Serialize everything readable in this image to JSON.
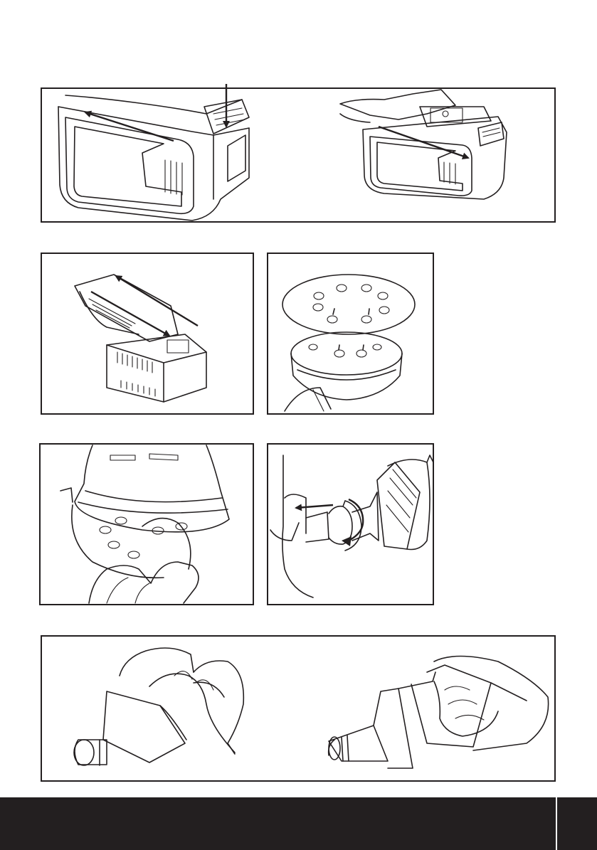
{
  "figures": [
    {
      "id": "fig-1",
      "subject": "battery-removal"
    },
    {
      "id": "fig-2",
      "subject": "battery-charging"
    },
    {
      "id": "fig-3",
      "subject": "sanding-disc-alignment"
    },
    {
      "id": "fig-4",
      "subject": "sanding-disc-removal"
    },
    {
      "id": "fig-5",
      "subject": "dust-bag-attachment"
    },
    {
      "id": "fig-6",
      "subject": "dust-bag-emptying"
    }
  ],
  "footer": {
    "background": "#231f20",
    "divider": "#ffffff"
  },
  "colors": {
    "ink": "#231f20",
    "paper": "#ffffff"
  }
}
